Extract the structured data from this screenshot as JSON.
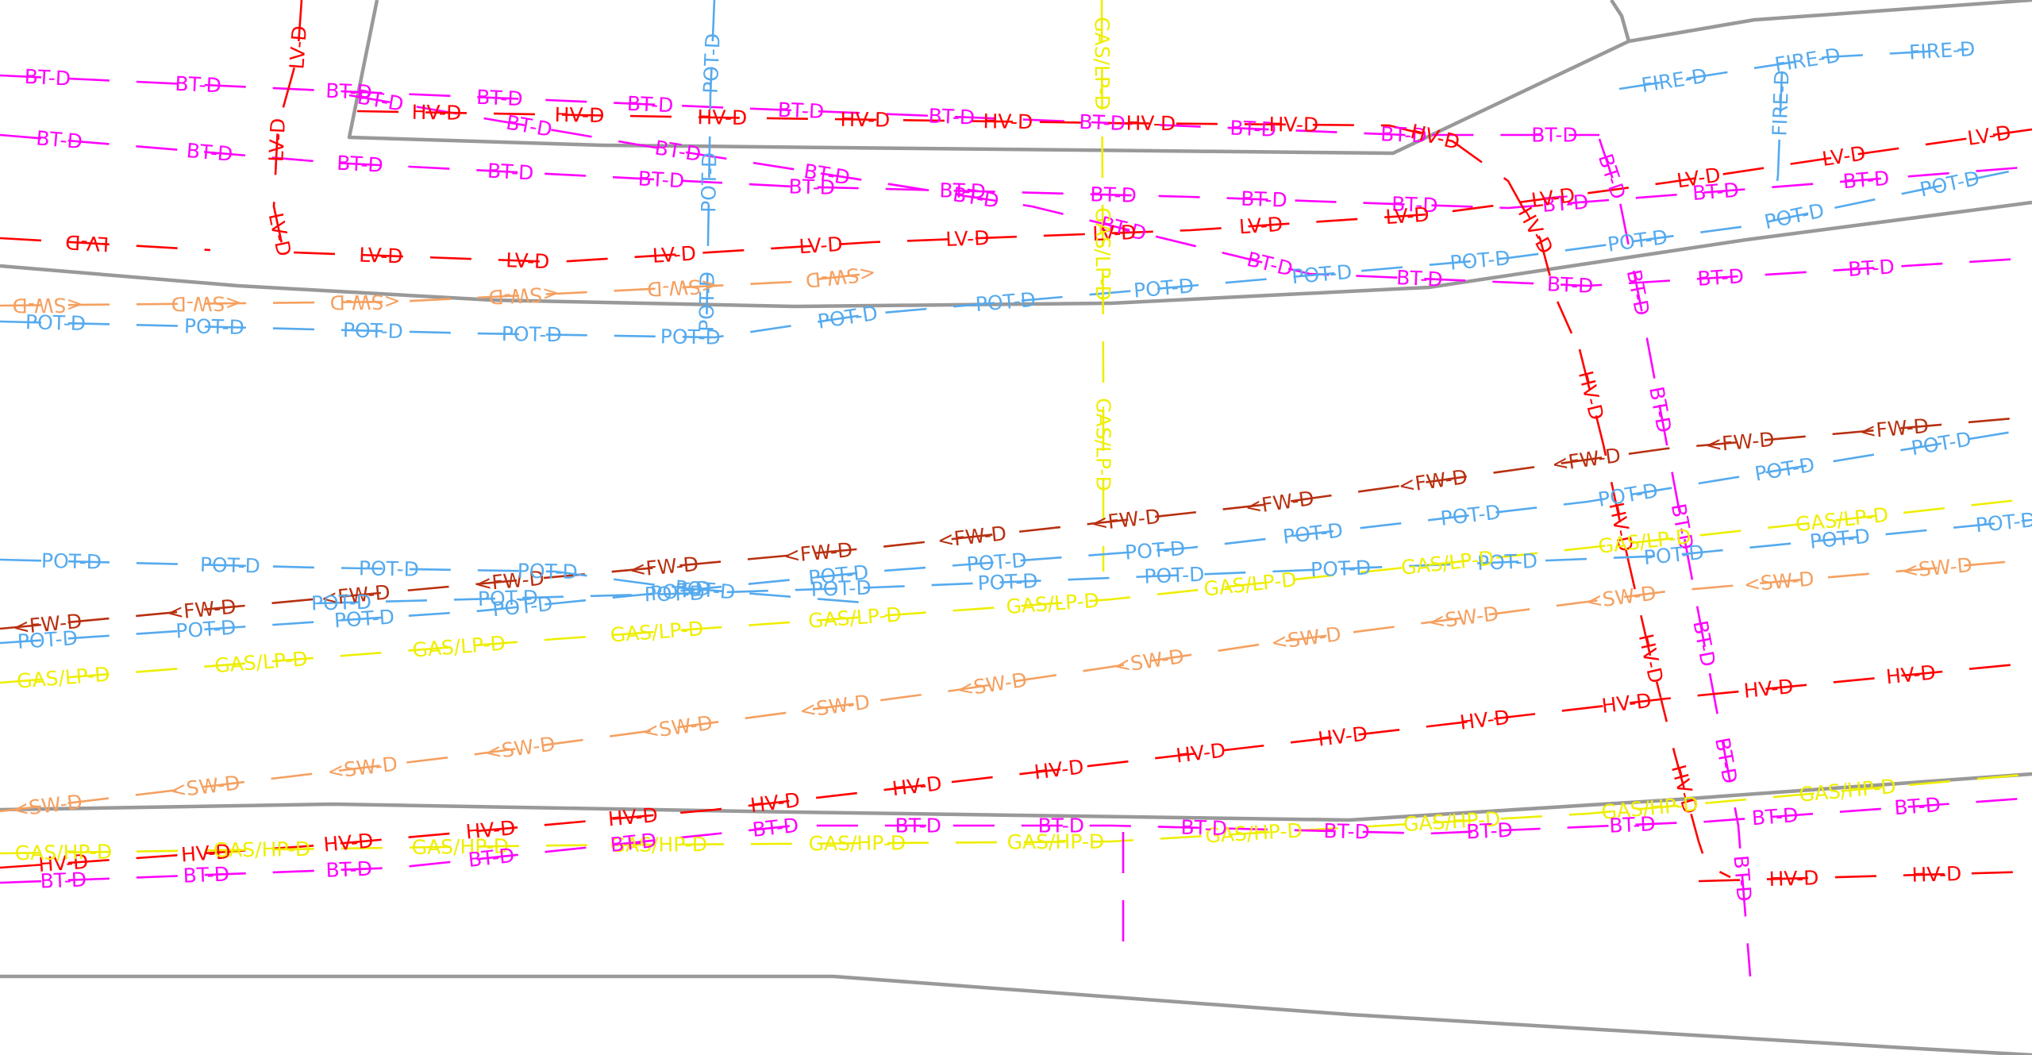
{
  "colors": {
    "BT": "#ff00ff",
    "HV": "#ff0000",
    "LV": "#ff0000",
    "POT": "#55aaee",
    "FIRE": "#55aaee",
    "SW": "#f5a060",
    "FW": "#b83010",
    "GASLP": "#eeee00",
    "GASHP": "#eeee00",
    "boundary": "#999999"
  },
  "labels": {
    "BT": "BT-D",
    "HV": "HV-D",
    "LV": "LV-D",
    "POT": "POT-D",
    "FIRE": "FIRE-D",
    "SW": "<SW-D",
    "FW": "<FW-D",
    "GASLP": "GAS/LP-D",
    "GASHP": "GAS/HP-D"
  }
}
